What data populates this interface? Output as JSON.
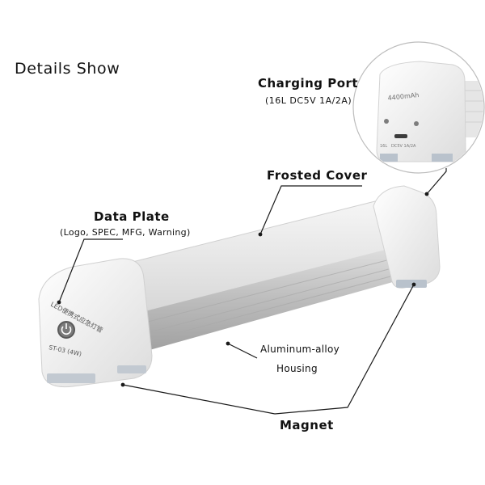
{
  "header": {
    "title": "Details Show"
  },
  "callouts": {
    "charging_port": {
      "title": "Charging Port",
      "subtitle": "(16L DC5V 1A/2A)"
    },
    "frosted_cover": {
      "title": "Frosted Cover"
    },
    "data_plate": {
      "title": "Data Plate",
      "subtitle": "(Logo, SPEC, MFG, Warning)"
    },
    "housing": {
      "line1": "Aluminum-alloy",
      "line2": "Housing"
    },
    "magnet": {
      "title": "Magnet"
    }
  },
  "product_markings": {
    "end_cap_text": "LED便携式应急灯管",
    "model": "ST-03 (4W)",
    "capacity": "4400mAh",
    "port_small_left": "16L",
    "port_small_right": "DC5V 1A/2A"
  },
  "colors": {
    "background": "#ffffff",
    "end_cap": "#f2f2f2",
    "frosted_cover": "#e9e9e9",
    "aluminum_housing": "#c9c9c9",
    "leader_line": "#1a1a1a"
  }
}
